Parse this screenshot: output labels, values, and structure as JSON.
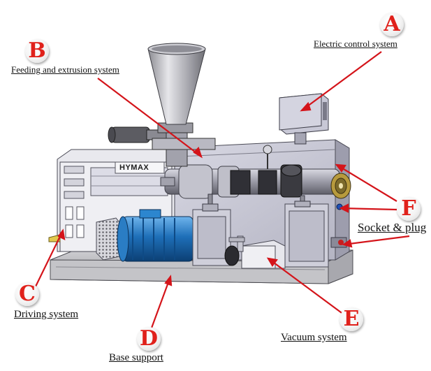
{
  "colors": {
    "callout_letter": "#e0211b",
    "leader_line": "#d4141a",
    "machine_frame": "#c9c9d6",
    "motor": "#1e6fb8",
    "base": "#b5b5b5"
  },
  "brand": "HYMAX",
  "callouts": [
    {
      "id": "A",
      "letter": "A",
      "label": "Electric control system"
    },
    {
      "id": "B",
      "letter": "B",
      "label": "Feeding and extrusion system"
    },
    {
      "id": "C",
      "letter": "C",
      "label": "Driving system"
    },
    {
      "id": "D",
      "letter": "D",
      "label": "Base support"
    },
    {
      "id": "E",
      "letter": "E",
      "label": "Vacuum system"
    },
    {
      "id": "F",
      "letter": "F",
      "label": "Socket & plug"
    }
  ]
}
